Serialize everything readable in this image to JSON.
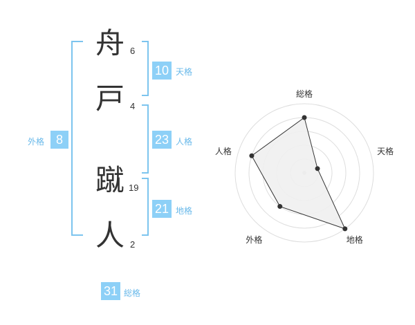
{
  "name": {
    "chars": [
      {
        "char": "舟",
        "strokes": "6"
      },
      {
        "char": "戸",
        "strokes": "4"
      },
      {
        "char": "蹴",
        "strokes": "19"
      },
      {
        "char": "人",
        "strokes": "2"
      }
    ]
  },
  "scores": {
    "tenkaku": {
      "value": "10",
      "label": "天格"
    },
    "jinkaku": {
      "value": "23",
      "label": "人格"
    },
    "chikaku": {
      "value": "21",
      "label": "地格"
    },
    "gaikaku": {
      "value": "8",
      "label": "外格"
    },
    "soukaku": {
      "value": "31",
      "label": "総格"
    }
  },
  "colors": {
    "accent": "#8dd0f7",
    "bracket": "#7cc4ee",
    "label": "#69b9ea",
    "radar_fill": "#f0f0f0",
    "radar_stroke": "#333333",
    "grid": "#dddddd"
  },
  "chart_data": {
    "type": "radar",
    "axes": [
      "総格",
      "天格",
      "地格",
      "外格",
      "人格"
    ],
    "values": [
      4,
      1,
      5,
      3,
      4
    ],
    "rmax": 5,
    "rings": 5
  }
}
